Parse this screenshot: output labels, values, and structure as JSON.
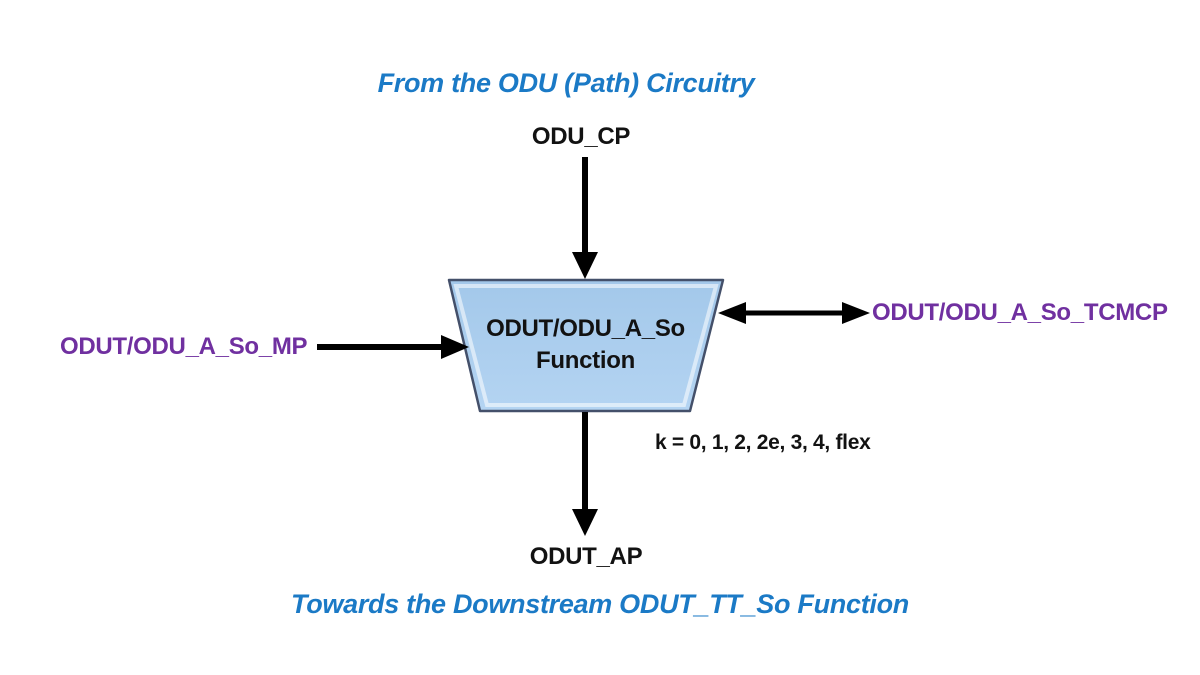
{
  "diagram": {
    "top_caption": "From the ODU (Path) Circuitry",
    "bottom_caption": "Towards the Downstream ODUT_TT_So Function",
    "top_port_label": "ODU_CP",
    "bottom_port_label": "ODUT_AP",
    "left_port_label": "ODUT/ODU_A_So_MP",
    "right_port_label": "ODUT/ODU_A_So_TCMCP",
    "function_block": {
      "line1": "ODUT/ODU_A_So",
      "line2": "Function"
    },
    "k_note": "k = 0, 1, 2, 2e, 3, 4, flex",
    "colors": {
      "caption_blue": "#1B7AC6",
      "port_purple": "#7030A0",
      "block_fill_top": "#A3C8EA",
      "block_fill_bottom": "#B4D4F2",
      "block_border": "#44506A",
      "arrow_black": "#000000"
    }
  }
}
